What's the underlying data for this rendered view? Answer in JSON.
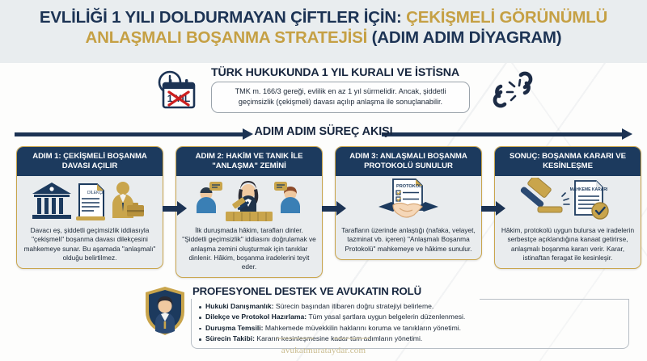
{
  "header": {
    "line1_dark": "EVLİLİĞİ 1 YILI DOLDURMAYAN ÇİFTLER İÇİN:",
    "line1_gold": "ÇEKİŞMELİ GÖRÜNÜMLÜ",
    "line2_gold": "ANLAŞMALI BOŞANMA STRATEJİSİ",
    "line2_dark": "(ADIM ADIM DİYAGRAM)"
  },
  "colors": {
    "navy": "#1c3354",
    "card_header_navy": "#1c3a5e",
    "gold": "#c5a044",
    "card_border_gold": "#c9a54c",
    "header_bg": "#e9edef",
    "card_body_bg": "#e9ecee",
    "footer_url": "#c9bb8d"
  },
  "tmk_banner": {
    "icon_calendar_label": "1 YIL",
    "title": "TÜRK HUKUKUNDA 1 YIL KURALI VE İSTİSNA",
    "text": "TMK m. 166/3 gereği, evlilik en az 1 yıl sürmelidir. Ancak, şiddetli geçimsizlik (çekişmeli) davası açılıp anlaşma ile sonuçlanabilir.",
    "icons": [
      "clock-icon",
      "calendar-crossed-icon",
      "broken-chain-icon"
    ]
  },
  "flow": {
    "title": "ADIM ADIM SÜREÇ AKIŞI"
  },
  "cards": [
    {
      "id": "step-1",
      "heading": "ADIM 1: ÇEKİŞMELİ BOŞANMA DAVASI AÇILIR",
      "body": "Davacı eş, şiddetli geçimsizlik iddiasıyla \"çekişmeli\" boşanma davası dilekçesini mahkemeye sunar. Bu aşamada \"anlaşmalı\" olduğu belirtilmez.",
      "icons": [
        "courthouse-icon",
        "petition-document-icon",
        "lawyer-person-icon"
      ]
    },
    {
      "id": "step-2",
      "heading": "ADIM 2: HAKİM VE TANIK İLE \"ANLAŞMA\" ZEMİNİ",
      "body": "İlk duruşmada hâkim, tarafları dinler. \"Şiddetli geçimsizlik\" iddiasını doğrulamak ve anlaşma zemini oluşturmak için tanıklar dinlenir. Hâkim, boşanma iradelerini teyit eder.",
      "icons": [
        "witness-person-icon",
        "judge-icon",
        "gavel-icon",
        "speech-bubble-icon"
      ]
    },
    {
      "id": "step-3",
      "heading": "ADIM 3: ANLAŞMALI BOŞANMA PROTOKOLÜ SUNULUR",
      "body": "Tarafların üzerinde anlaştığı (nafaka, velayet, tazminat vb. içeren) \"Anlaşmalı Boşanma Protokolü\" mahkemeye ve hâkime sunulur.",
      "document_label": "PROTOKOL",
      "icons": [
        "protocol-document-icon",
        "handshake-icon"
      ]
    },
    {
      "id": "result",
      "heading": "SONUÇ: BOŞANMA KARARI VE KESİNLEŞME",
      "body": "Hâkim, protokolü uygun bulursa ve iradelerin serbestçe açıklandığına kanaat getirirse, anlaşmalı boşanma kararı verir. Karar, istinaftan feragat ile kesinleşir.",
      "document_label": "MAHKEME KARARI",
      "icons": [
        "gavel-icon",
        "court-decision-document-icon",
        "check-circle-icon"
      ]
    }
  ],
  "support": {
    "title": "PROFESYONEL DESTEK VE AVUKATIN ROLÜ",
    "badge_icon": "lawyer-shield-badge-icon",
    "items": [
      {
        "label": "Hukuki Danışmanlık:",
        "text": " Sürecin başından itibaren doğru stratejiyi belirleme."
      },
      {
        "label": "Dilekçe ve Protokol Hazırlama:",
        "text": " Tüm yasal şartlara uygun belgelerin düzenlenmesi."
      },
      {
        "label": "Duruşma Temsili:",
        "text": " Mahkemede müvekkilin haklarını koruma ve tanıkların yönetimi."
      },
      {
        "label": "Sürecin Takibi:",
        "text": " Kararın kesinleşmesine kadar tüm adımların yönetimi."
      }
    ]
  },
  "footer": {
    "url": "avukatmurataydar.com"
  }
}
